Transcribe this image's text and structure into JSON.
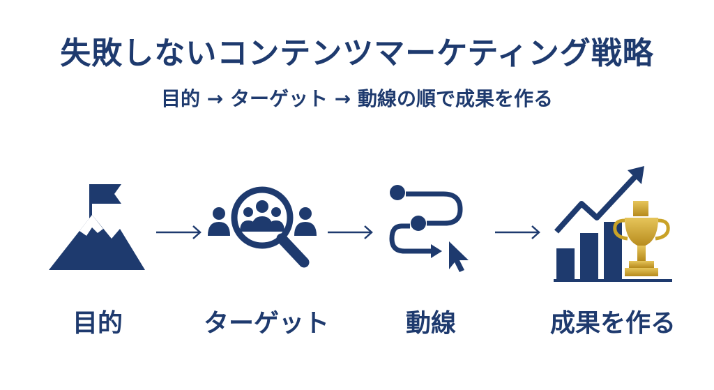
{
  "header": {
    "title": "失敗しないコンテンツマーケティング戦略",
    "subtitle": "目的 → ターゲット → 動線の順で成果を作る"
  },
  "steps": [
    {
      "label": "目的",
      "icon": "mountain-flag-icon"
    },
    {
      "label": "ターゲット",
      "icon": "magnifier-people-icon"
    },
    {
      "label": "動線",
      "icon": "route-cursor-icon"
    },
    {
      "label": "成果を作る",
      "icon": "growth-chart-trophy-icon"
    }
  ],
  "colors": {
    "navy": "#1e3a6e",
    "gold": "#c9a227",
    "background": "#ffffff"
  }
}
